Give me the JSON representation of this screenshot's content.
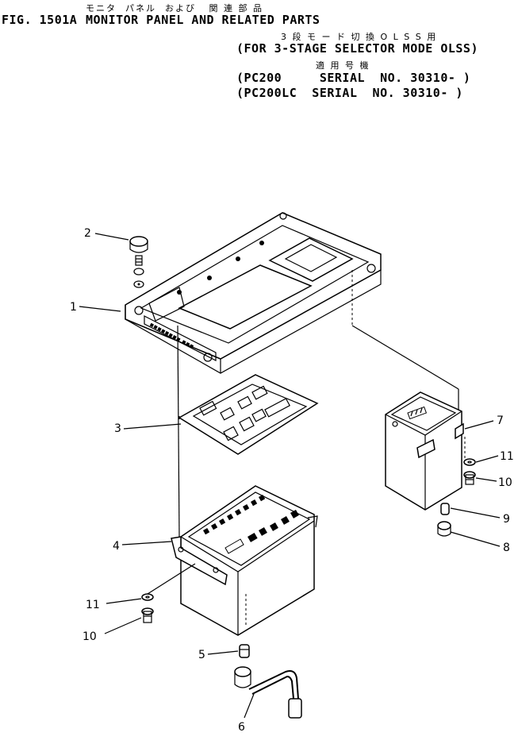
{
  "header": {
    "jp_line1": "モニタ  パネル  および   関 連 部 品",
    "fig_label": "FIG. 1501A",
    "title": "MONITOR PANEL AND RELATED PARTS",
    "jp_line2": "3 段 モ ー ド 切 換 O L S S 用",
    "subtitle": "(FOR 3-STAGE SELECTOR MODE OLSS)",
    "jp_line3": "適 用 号 機",
    "serial1": "(PC200     SERIAL  NO. 30310- )",
    "serial2": "(PC200LC  SERIAL  NO. 30310- )"
  },
  "callouts": [
    "1",
    "2",
    "3",
    "4",
    "5",
    "6",
    "7",
    "8",
    "9",
    "10",
    "10",
    "11",
    "11"
  ]
}
